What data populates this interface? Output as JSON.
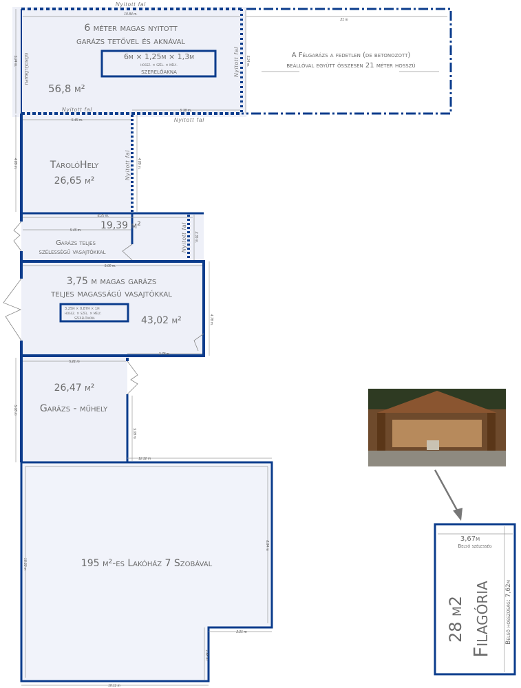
{
  "colors": {
    "wall": "#0b3c8c",
    "room_fill": "#eef0f8",
    "text": "#6b6b6b"
  },
  "open_wall_label": "Nyitott fal",
  "top_garage": {
    "title_line1": "6 méter magas nyitott",
    "title_line2": "garázs tetővel és aknával",
    "pit_size": "6m × 1,25m × 1,3m",
    "pit_dims_legend": "hossz. × szél. × mély.",
    "pit_label": "szerelőakna",
    "area": "56,8 m²",
    "rolling_gate": "gördülőkapu",
    "dim_width": "10.84 m.",
    "dim_height_left": "5.24 m.",
    "dim_height_right": "5.24 m.",
    "dim_bottom": "5.38 m."
  },
  "half_garage": {
    "text_line1": "A Félgarázs a fedetlen (de betonozott)",
    "text_line2": "beállóval együtt összesen 21 méter hosszú",
    "dim_length": "21 m"
  },
  "storage": {
    "name": "TárolóHely",
    "area": "26,65 m²",
    "dim_width": "5.45 m.",
    "dim_height": "4.89 m.",
    "dim_height_right": "4.89 m."
  },
  "small_garage": {
    "area": "19,39 m²",
    "label_line1": "Garázs teljes",
    "label_line2": "szélességű vasajtókkal",
    "dim_width": "8.25 m.",
    "dim_inner": "5.45 m.",
    "dim_height": "2.35 m."
  },
  "big_garage": {
    "title_line1": "3,75 m magas garázs",
    "title_line2": "teljes magasságú vasajtókkal",
    "pit_size": "3,25m × 0,87m × 1m",
    "pit_dims_legend": "hossz. × szél. × mély.",
    "pit_label": "szerelőakna",
    "area": "43,02 m²",
    "dim_width": "9.00 m.",
    "dim_height": "4.78 m.",
    "dim_bottom": "3.78 m."
  },
  "workshop": {
    "area": "26,47 m²",
    "name": "Garázs - műhely",
    "dim_width": "5.21 m",
    "dim_height": "5.08 m",
    "dim_height_right": "5.08 m"
  },
  "house": {
    "label": "195 m²-es Lakóház 7 Szobával",
    "dim_top": "12.32 m",
    "dim_left": "10.22 m",
    "dim_right": "8.84 m",
    "dim_notch_w": "2.21 m",
    "dim_notch_h": "1.88 m",
    "dim_bottom": "10.11 m"
  },
  "gazebo": {
    "area": "28 m2",
    "name": "Filagória",
    "width": "3,67m",
    "width_label": "Belső szélesség",
    "length_label": "Belső hosszúság: 7,62m"
  }
}
